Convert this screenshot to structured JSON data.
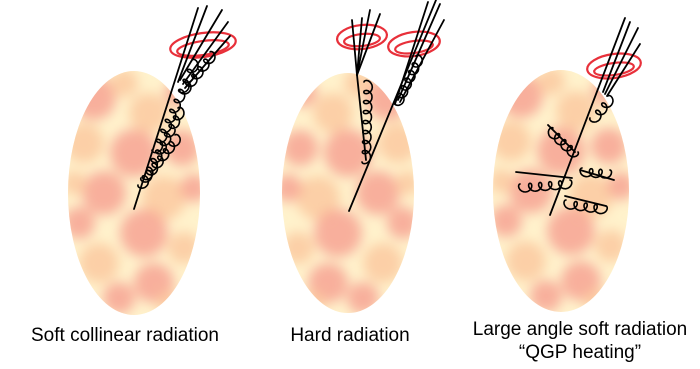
{
  "panels": [
    {
      "caption": [
        "Soft collinear radiation"
      ]
    },
    {
      "caption": [
        "Hard radiation"
      ]
    },
    {
      "caption": [
        "Large angle soft radiation",
        "“QGP heating”"
      ]
    }
  ],
  "colors": {
    "medium_base": "#fff2cc",
    "medium_hot": "#f59a8c",
    "medium_warm": "#fbc79e",
    "cone": "#e8303a",
    "line": "#000000"
  }
}
